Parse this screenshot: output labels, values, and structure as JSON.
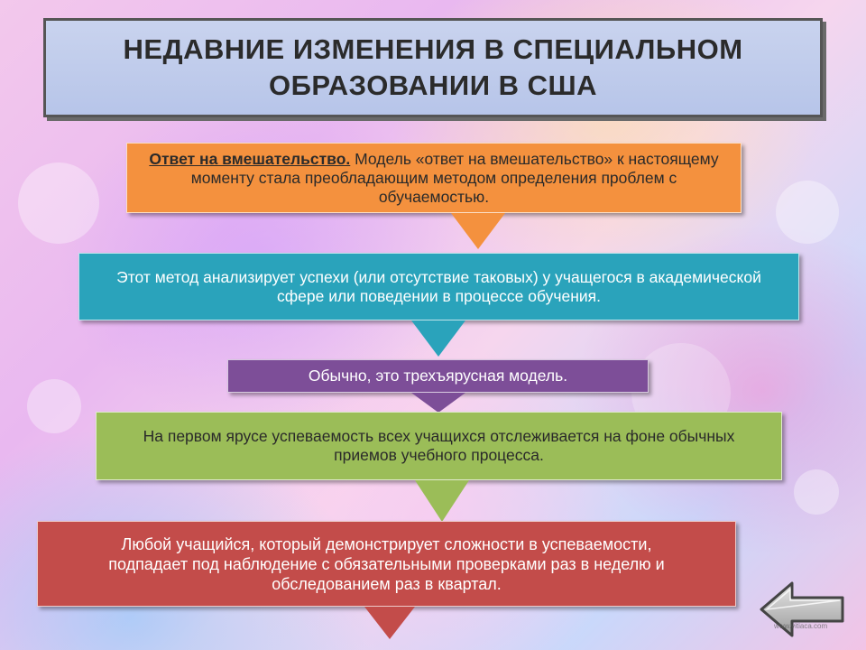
{
  "title": "НЕДАВНИЕ ИЗМЕНЕНИЯ В СПЕЦИАЛЬНОМ ОБРАЗОВАНИИ В США",
  "steps": [
    {
      "lead": "Ответ на вмешательство.",
      "text": " Модель «ответ на вмешательство» к настоящему моменту стала преобладающим методом определения проблем с обучаемостью.",
      "color": "#f4913e"
    },
    {
      "text": "Этот метод анализирует успехи (или отсутствие таковых) у учащегося в академической сфере или поведении в процессе обучения.",
      "color": "#2aa3bb"
    },
    {
      "text": "Обычно, это трехъярусная модель.",
      "color": "#7d4e98"
    },
    {
      "text": "На первом ярусе успеваемость всех учащихся отслеживается на фоне обычных приемов учебного процесса.",
      "color": "#9bbd58"
    },
    {
      "text": "Любой учащийся, который демонстрирует сложности в успеваемости, подпадает под наблюдение с обязательными проверками раз в неделю и обследованием раз в квартал.",
      "color": "#c34c4a"
    }
  ],
  "nav": {
    "back_icon": "back-arrow-icon"
  },
  "watermark": "www.vitiaca.com"
}
